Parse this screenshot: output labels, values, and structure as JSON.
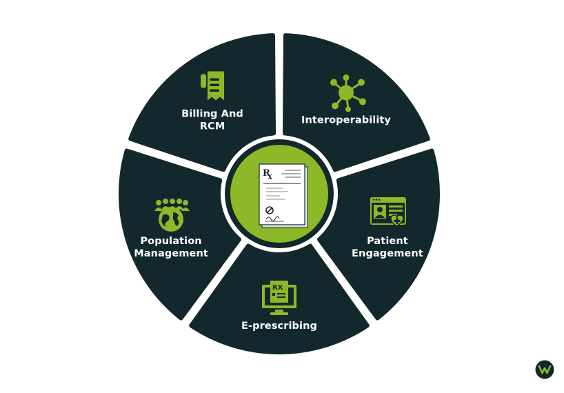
{
  "colors": {
    "segment": "#13282c",
    "segment_edge": "#7fa828",
    "accent": "#8db828",
    "center_ring": "#13282c",
    "text": "#ffffff"
  },
  "center": {
    "icon": "prescription-document-icon"
  },
  "segments": [
    {
      "label_lines": [
        "Billing And",
        "RCM"
      ],
      "icon": "receipt-icon"
    },
    {
      "label_lines": [
        "Interoperability"
      ],
      "icon": "network-nodes-icon"
    },
    {
      "label_lines": [
        "Patient",
        "Engagement"
      ],
      "icon": "patient-portal-icon"
    },
    {
      "label_lines": [
        "E-prescribing"
      ],
      "icon": "rx-computer-icon"
    },
    {
      "label_lines": [
        "Population",
        "Management"
      ],
      "icon": "population-globe-icon"
    }
  ],
  "brand": {
    "icon": "brand-logo-icon"
  }
}
